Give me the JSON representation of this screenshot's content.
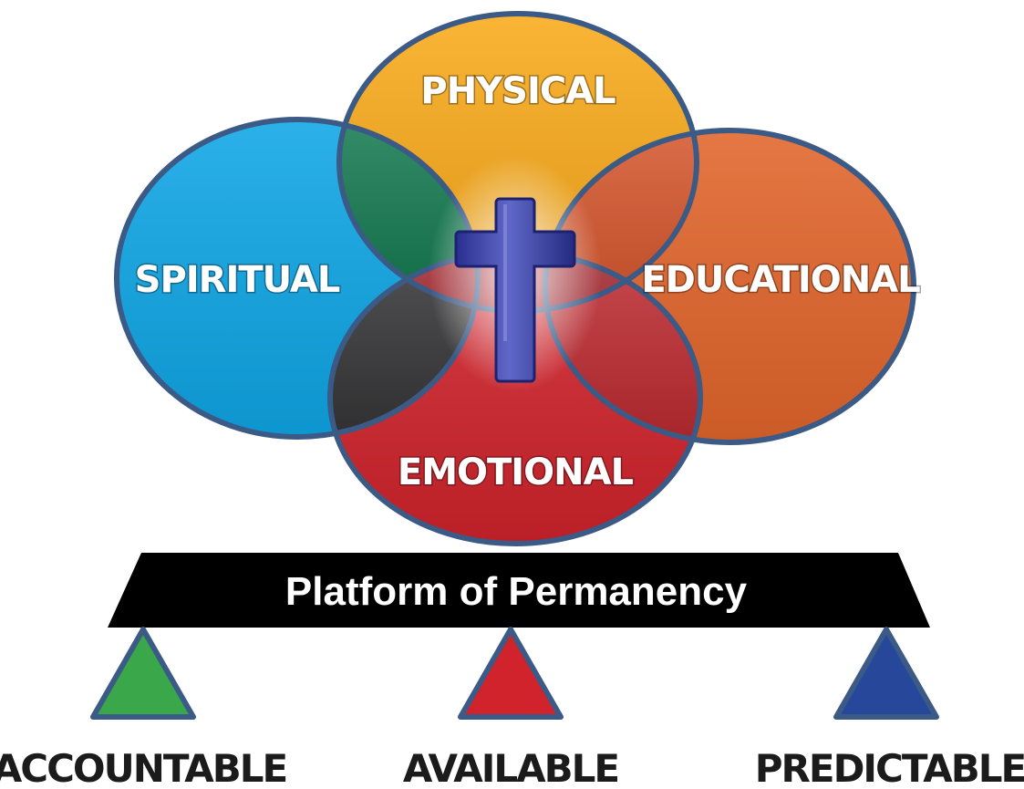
{
  "domains": {
    "physical": {
      "label": "PHYSICAL",
      "color": "#f9aa1b"
    },
    "spiritual": {
      "label": "SPIRITUAL",
      "color": "#0fa6e6"
    },
    "educational": {
      "label": "EDUCATIONAL",
      "color": "#e2652b"
    },
    "emotional": {
      "label": "EMOTIONAL",
      "color": "#d0232b"
    }
  },
  "overlap_colors": {
    "spiritual_physical": "#08794a",
    "physical_educational": "#df5225",
    "spiritual_emotional": "#2f2f31",
    "emotional_educational": "#c4232a",
    "center": "#b51f28"
  },
  "outline_color": "#3b5a86",
  "center_icon": "cross-icon",
  "platform": {
    "label": "Platform of Permanency",
    "color": "#000000"
  },
  "pillars": [
    {
      "label": "ACCOUNTABLE",
      "color": "#3aa84a"
    },
    {
      "label": "AVAILABLE",
      "color": "#d0232b"
    },
    {
      "label": "PREDICTABLE",
      "color": "#27489a"
    }
  ]
}
